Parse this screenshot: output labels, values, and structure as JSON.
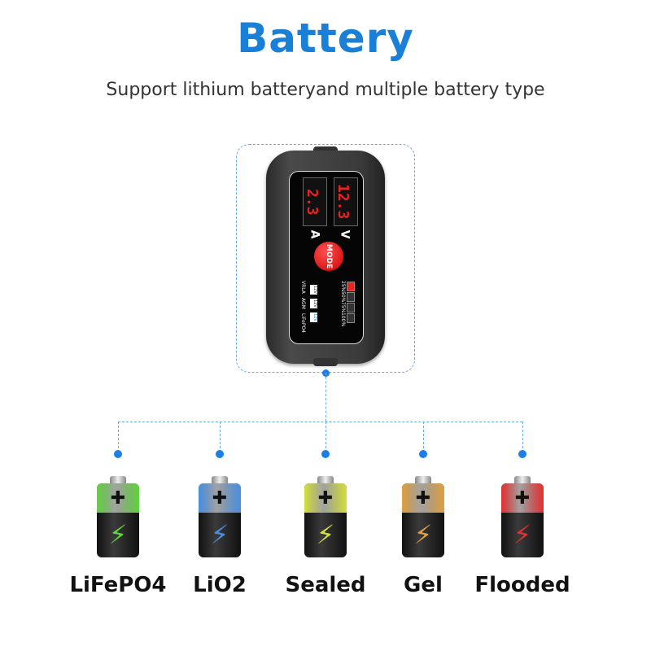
{
  "title": "Battery",
  "subtitle": "Support lithium batteryand multiple battery type",
  "device": {
    "current_display": "2.3",
    "voltage_display": "12.3",
    "current_unit": "A",
    "voltage_unit": "V",
    "mode_button": "MODE",
    "battery_modes": [
      "VRLA",
      "AGM",
      "LiFePO4"
    ],
    "mode_chip": "12V",
    "selected_mode": "LiFePO4",
    "charge_levels": [
      "25%",
      "50%",
      "75%",
      "100%"
    ]
  },
  "batteries": [
    {
      "label": "LiFePO4",
      "color": "#5fd43c"
    },
    {
      "label": "LiO2",
      "color": "#4a90e2"
    },
    {
      "label": "Sealed",
      "color": "#d4e03a"
    },
    {
      "label": "Gel",
      "color": "#e0a040"
    },
    {
      "label": "Flooded",
      "color": "#e43030"
    }
  ],
  "accent": "#1a7fd6"
}
